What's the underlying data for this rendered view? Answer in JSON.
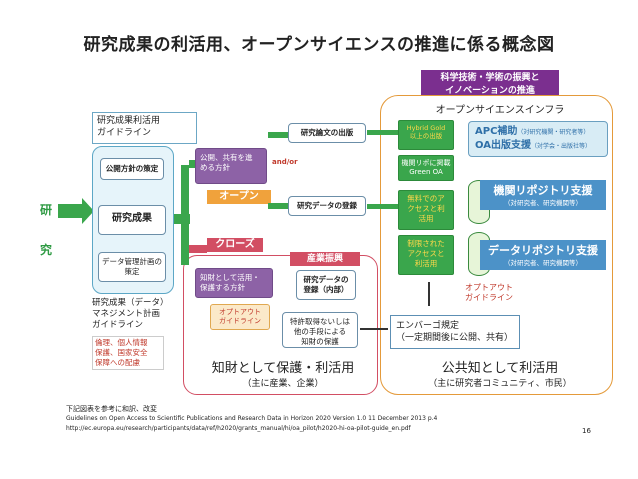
{
  "title": "研究成果の利活用、オープンサイエンスの推進に係る概念図",
  "promotion": "科学技術・学術の振興と\nイノベーションの推進",
  "infra_title": "オープンサイエンスインフラ",
  "guideline_label": "研究成果利活用\nガイドライン",
  "research_vertical": "研究",
  "left_items": [
    "公開方針の策定",
    "研究成果",
    "データ管理計画の\n策定"
  ],
  "dmp_label": "研究成果（データ）\nマネジメント計画\nガイドライン",
  "ethics_label": "倫理、個人情報\n保護、国家安全\n保障への配慮",
  "decide_policy": "公開、共有を進\nめる方針",
  "and_or": "and/or",
  "open_label": "オープン",
  "close_label": "クローズ",
  "paper_pub": "研究論文の出版",
  "data_reg": "研究データの登録",
  "gold_oa": "Hybrid Gold\n以上の出版",
  "green_oa_text": "機関リポに掲載\nGreen OA",
  "free_access": "無料でのア\nクセスと利\n活用",
  "restricted_access": "制限された\nアクセスと\n利活用",
  "apc": "APC補助",
  "apc_note": "（対研究機関・研究者等）",
  "oa_pub": "OA出版支援",
  "oa_pub_note": "（対学会・出版社等）",
  "inst_repo": "機関リポジトリ支援",
  "inst_repo_note": "（対研究者、研究機関等）",
  "data_repo": "データリポジトリ支援",
  "data_repo_note": "（対研究者、研究機関等）",
  "optout_right": "オプトアウト\nガイドライン",
  "embargo": "エンバーゴ規定\n（一定期間後に公開、共有）",
  "industry": "産業振興",
  "ip_policy": "知財として活用・\n保護する方針",
  "data_reg_internal": "研究データの\n登録（内部）",
  "optout_left": "オプトアウト\nガイドライン",
  "patent_note": "特許取得ないしは\n他の手段による\n知財の保護",
  "ip_bottom": "知財として保護・利活用",
  "ip_sub": "（主に産業、企業）",
  "public_bottom": "公共知として利活用",
  "public_sub": "（主に研究者コミュニティ、市民）",
  "footer_lines": [
    "下記図表を参考に和訳、改変",
    "Guidelines on Open Access  to Scientific Publications and Research Data in Horizon 2020  Version 1.0 11 December 2013  p.4",
    "http://ec.europa.eu/research/participants/data/ref/h2020/grants_manual/hi/oa_pilot/h2020-hi-oa-pilot-guide_en.pdf"
  ],
  "page_number": "16",
  "colors": {
    "green": "#3aa64c",
    "purple": "#7b2f8f",
    "red": "#d24e63",
    "orange": "#e49a3a",
    "blue": "#4c92c8"
  }
}
